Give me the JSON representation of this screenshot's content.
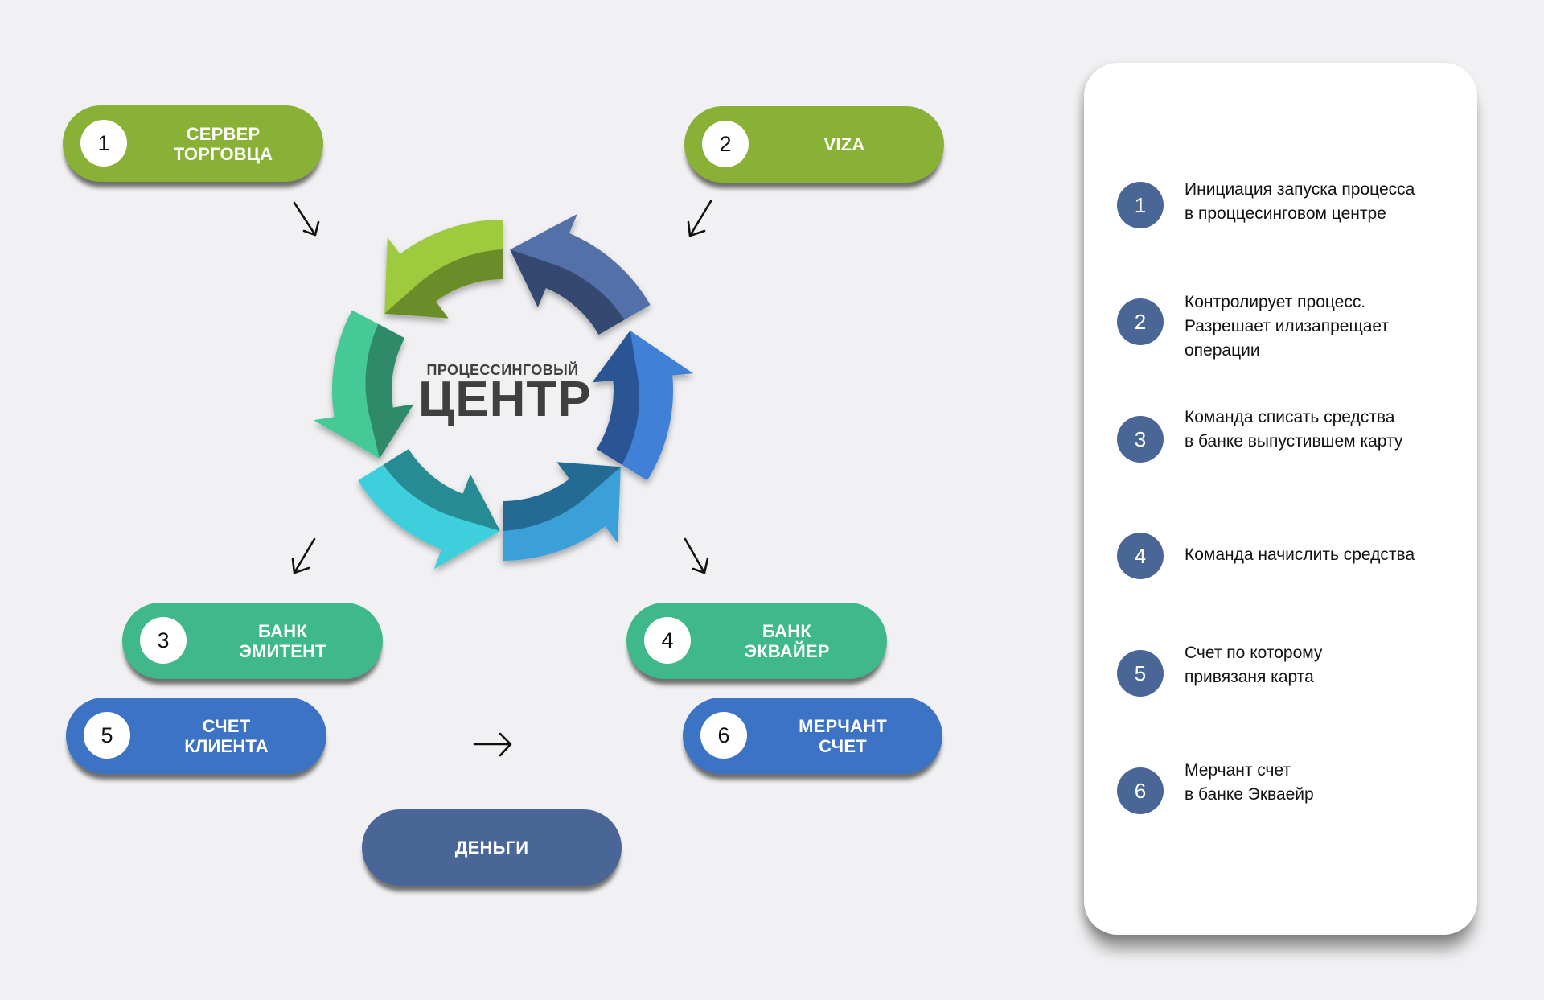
{
  "center": {
    "subtitle": "ПРОЦЕССИНГОВЫЙ",
    "title": "ЦЕНТР"
  },
  "cycle_colors": [
    {
      "name": "green",
      "light": "#9dcb3c",
      "dark": "#6a8d2a"
    },
    {
      "name": "teal-green",
      "light": "#44c997",
      "dark": "#2e8a69"
    },
    {
      "name": "cyan",
      "light": "#3ccfdc",
      "dark": "#278b93"
    },
    {
      "name": "sky-blue",
      "light": "#3aa0d8",
      "dark": "#246b93"
    },
    {
      "name": "blue",
      "light": "#3f80d6",
      "dark": "#2a5494"
    },
    {
      "name": "navy",
      "light": "#5270a8",
      "dark": "#35486f"
    }
  ],
  "nodes": [
    {
      "id": "server",
      "number": "1",
      "lines": [
        "СЕРВЕР",
        "ТОРГОВЦА"
      ],
      "color": "#88b135"
    },
    {
      "id": "viza",
      "number": "2",
      "lines": [
        "VIZA"
      ],
      "color": "#88b135"
    },
    {
      "id": "issuer-bank",
      "number": "3",
      "lines": [
        "БАНК",
        "ЭМИТЕНТ"
      ],
      "color": "#3fb88b"
    },
    {
      "id": "acquirer-bank",
      "number": "4",
      "lines": [
        "БАНК",
        "ЭКВАЙЕР"
      ],
      "color": "#3fb88b"
    },
    {
      "id": "client-account",
      "number": "5",
      "lines": [
        "СЧЕТ",
        "КЛИЕНТА"
      ],
      "color": "#3c73c5"
    },
    {
      "id": "merchant-account",
      "number": "6",
      "lines": [
        "МЕРЧАНТ",
        "СЧЕТ"
      ],
      "color": "#3c73c5"
    },
    {
      "id": "money",
      "number": "",
      "lines": [
        "ДЕНЬГИ"
      ],
      "color": "#4a6697"
    }
  ],
  "legend": {
    "circle_color": "#4a6697",
    "items": [
      {
        "number": "1",
        "lines": [
          "Инициация запуска процесса",
          "в проццесинговом центре"
        ]
      },
      {
        "number": "2",
        "lines": [
          "Контролирует процесс.",
          "Разрешает илизапрещает",
          "операции"
        ]
      },
      {
        "number": "3",
        "lines": [
          "Команда списать средства",
          "в банке выпустившем карту"
        ]
      },
      {
        "number": "4",
        "lines": [
          "Команда начислить средства"
        ]
      },
      {
        "number": "5",
        "lines": [
          "Счет по которому",
          "привязаня карта"
        ]
      },
      {
        "number": "6",
        "lines": [
          "Мерчант счет",
          "в банке Экваейр"
        ]
      }
    ]
  },
  "connectors": [
    {
      "from": "server",
      "to": "center",
      "icon": "arrow-down-right"
    },
    {
      "from": "viza",
      "to": "center",
      "icon": "arrow-down-left"
    },
    {
      "from": "center",
      "to": "issuer-bank",
      "icon": "arrow-down-left"
    },
    {
      "from": "center",
      "to": "acquirer-bank",
      "icon": "arrow-down-right"
    },
    {
      "from": "client-account",
      "to": "merchant-account",
      "icon": "arrow-right"
    }
  ]
}
